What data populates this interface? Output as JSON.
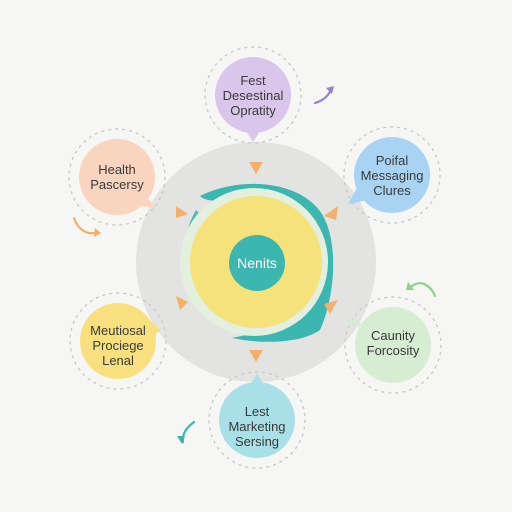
{
  "center": {
    "label": "Nenits",
    "color": "#3bb6b0"
  },
  "nodes": [
    {
      "id": "top",
      "lines": [
        "Fest",
        "Desestinal",
        "Opratity"
      ],
      "color": "#d9c6ea"
    },
    {
      "id": "top-right",
      "lines": [
        "Poifal",
        "Messaging",
        "Clures"
      ],
      "color": "#a9d3f2"
    },
    {
      "id": "bottom-right",
      "lines": [
        "Caunity",
        "Forcosity"
      ],
      "color": "#d6ecd3"
    },
    {
      "id": "bottom",
      "lines": [
        "Lest",
        "Marketing",
        "Sersing"
      ],
      "color": "#a9dfe6"
    },
    {
      "id": "bottom-left",
      "lines": [
        "Meutiosal",
        "Prociege",
        "Lenal"
      ],
      "color": "#f9e07f"
    },
    {
      "id": "top-left",
      "lines": [
        "Health",
        "Pascersy"
      ],
      "color": "#f9d5bf"
    }
  ],
  "colors": {
    "outer_ring": "#e3e3e1",
    "swirl": "#3bb6b0",
    "inner_yellow": "#f6e27a",
    "arrow": "#f2b06b",
    "dashed": "#c9c9c9"
  }
}
